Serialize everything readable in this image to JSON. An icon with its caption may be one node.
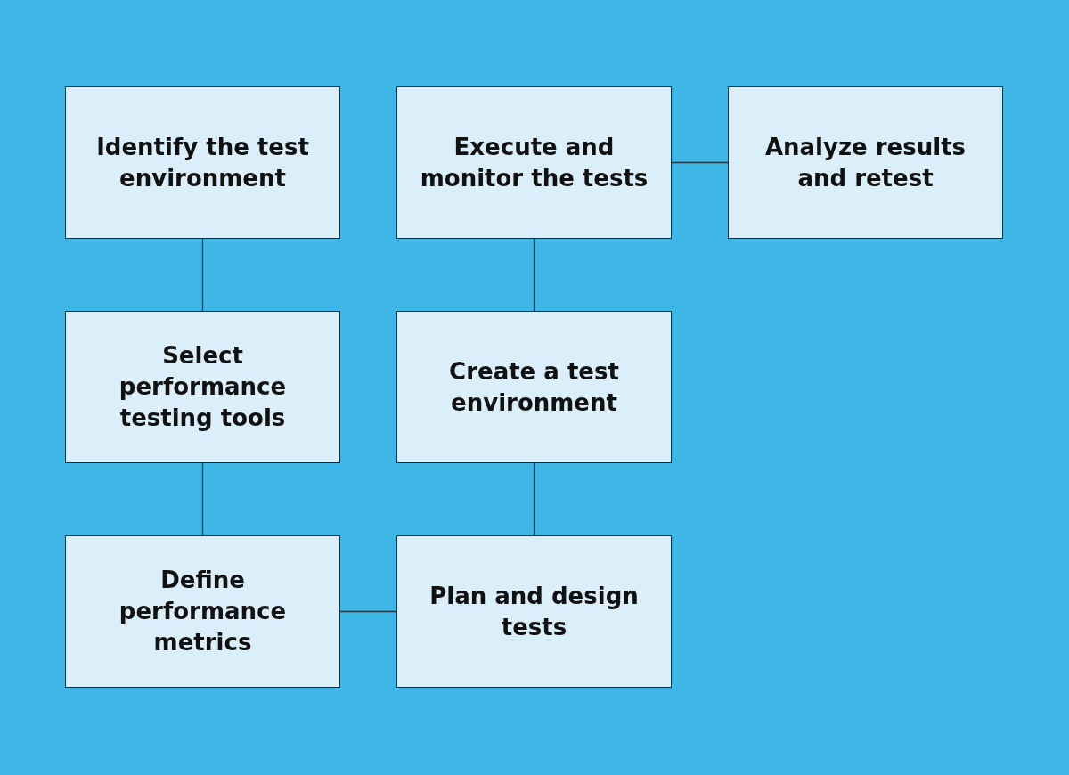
{
  "diagram": {
    "nodes": [
      {
        "text": [
          "Identify the test environment"
        ]
      },
      {
        "text": [
          "Select performance testing tools"
        ]
      },
      {
        "text": [
          "Define performance metrics"
        ]
      },
      {
        "text": [
          "Plan and design tests"
        ]
      },
      {
        "text": [
          "Create a test environment"
        ]
      },
      {
        "text": [
          "Execute and monitor the tests"
        ]
      },
      {
        "text": [
          "Analyze results and retest"
        ]
      }
    ],
    "edges": [
      {
        "from": 0,
        "to": 1,
        "arrow": "none"
      },
      {
        "from": 1,
        "to": 2,
        "arrow": "none"
      },
      {
        "from": 2,
        "to": 3,
        "arrow": "none"
      },
      {
        "from": 3,
        "to": 4,
        "arrow": "none"
      },
      {
        "from": 4,
        "to": 5,
        "arrow": "none"
      },
      {
        "from": 5,
        "to": 6,
        "arrow": "none"
      }
    ]
  }
}
